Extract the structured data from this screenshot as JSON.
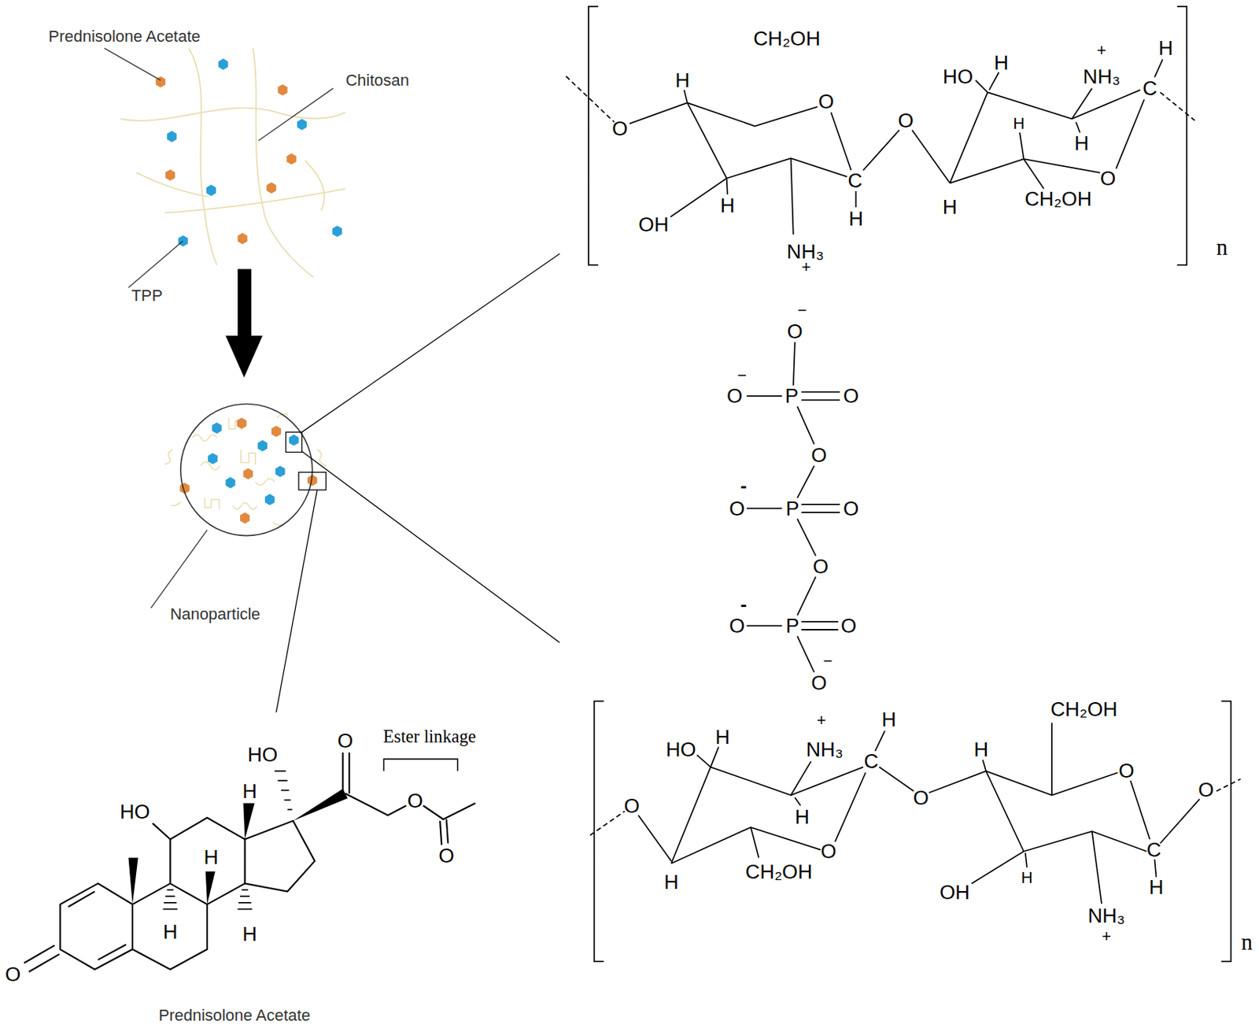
{
  "diagram": {
    "labels": [
      "Prednisolone Acetate",
      "Chitosan",
      "TPP",
      "Nanoparticle",
      "Ester linkage",
      "O",
      "HO",
      "H",
      "HO",
      "H",
      "O",
      "O",
      "H",
      "H",
      "O",
      "Prednisolone Acetate",
      "CH₂OH",
      "H",
      "HO",
      "H",
      "+",
      "NH₃",
      "H",
      "O",
      "O",
      "O",
      "C",
      "H",
      "H",
      "O",
      "C",
      "H",
      "H",
      "H",
      "CH₂OH",
      "OH",
      "NH₃",
      "+",
      "n",
      "−",
      "O",
      "−",
      "O",
      "P",
      "O",
      "O",
      "-",
      "O",
      "P",
      "O",
      "O",
      "-",
      "O",
      "P",
      "O",
      "−",
      "O",
      "+",
      "H",
      "CH₂OH",
      "H",
      "HO",
      "NH₃",
      "H",
      "C",
      "O",
      "O",
      "O",
      "O",
      "H",
      "C",
      "O",
      "CH₂OH",
      "H",
      "H",
      "H",
      "OH",
      "NH₃",
      "+",
      "n"
    ]
  }
}
